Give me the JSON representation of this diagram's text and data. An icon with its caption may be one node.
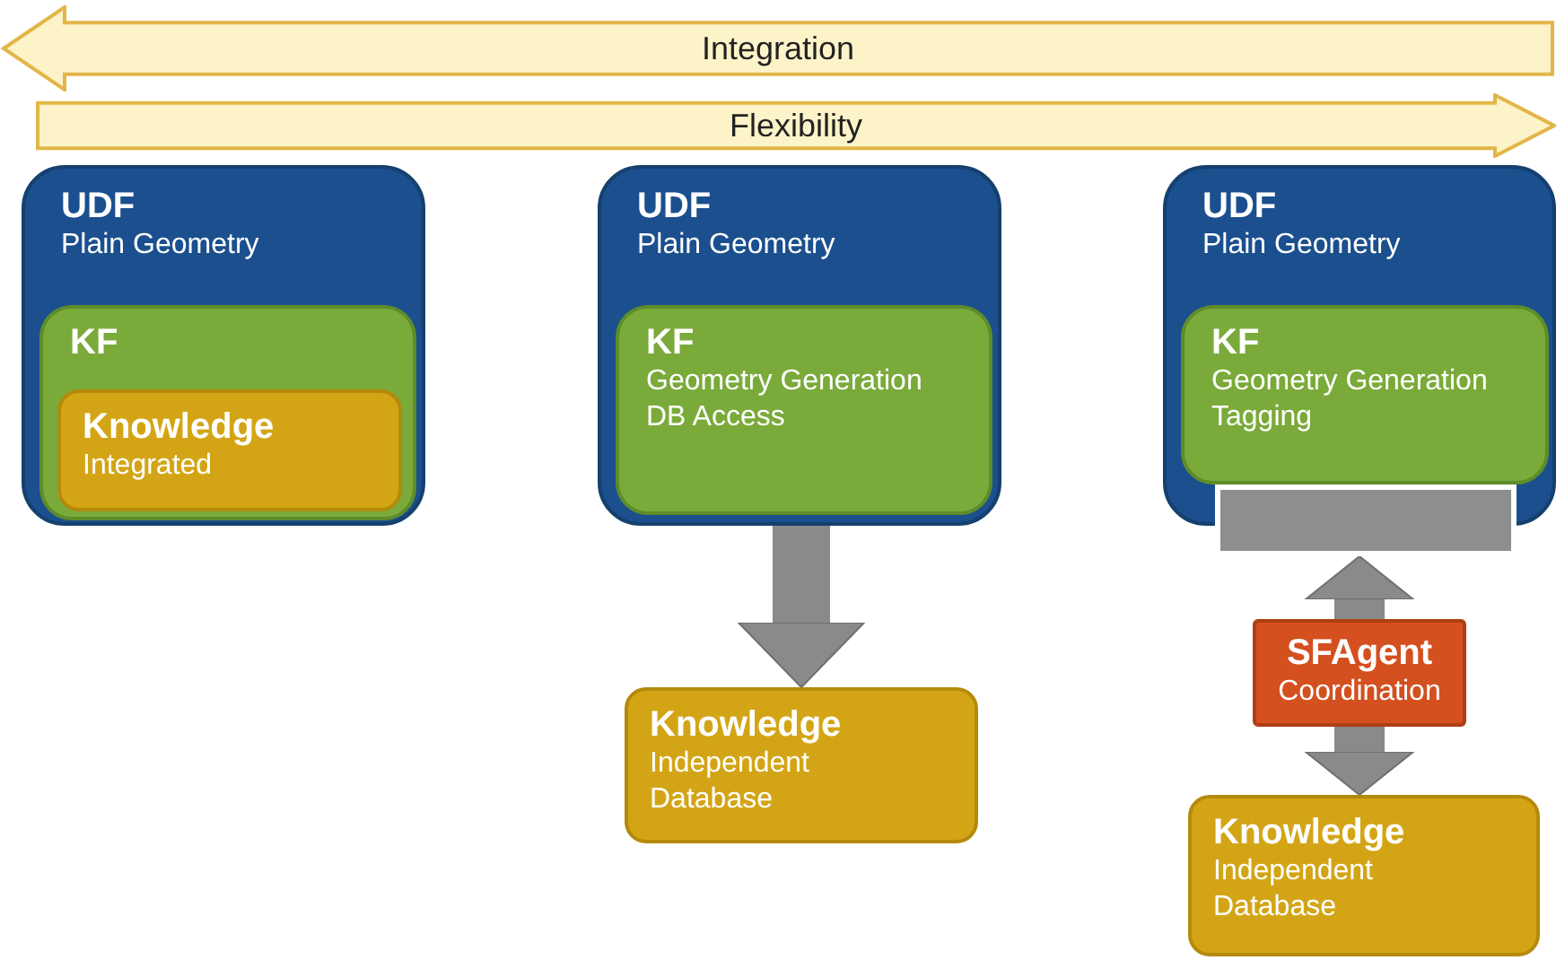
{
  "diagram": {
    "nodes": [
      {
        "text": [
          "Integration"
        ]
      },
      {
        "text": [
          "Flexibility"
        ]
      },
      {
        "text": [
          "UDF",
          "Plain Geometry"
        ]
      },
      {
        "text": [
          "KF"
        ],
        "in": 2
      },
      {
        "text": [
          "Knowledge",
          "Integrated"
        ],
        "in": 3
      },
      {
        "text": [
          "UDF",
          "Plain Geometry"
        ]
      },
      {
        "text": [
          "KF",
          "Geometry Generation DB Access"
        ],
        "in": 5
      },
      {
        "text": [
          "Knowledge",
          "Independent Database"
        ]
      },
      {
        "text": [
          "UDF",
          "Plain Geometry"
        ]
      },
      {
        "text": [
          "KF",
          "Geometry Generation Tagging"
        ],
        "in": 8
      },
      {
        "text": [],
        "shape": "box"
      },
      {
        "text": [
          "SFAgent",
          "Coordination"
        ]
      },
      {
        "text": [
          "Knowledge",
          "Independent Database"
        ]
      }
    ],
    "edges": [
      {
        "from": 6,
        "to": 7,
        "arrow": "to"
      },
      {
        "from": 11,
        "to": 10,
        "arrow": "to"
      },
      {
        "from": 11,
        "to": 12,
        "arrow": "to"
      }
    ]
  }
}
